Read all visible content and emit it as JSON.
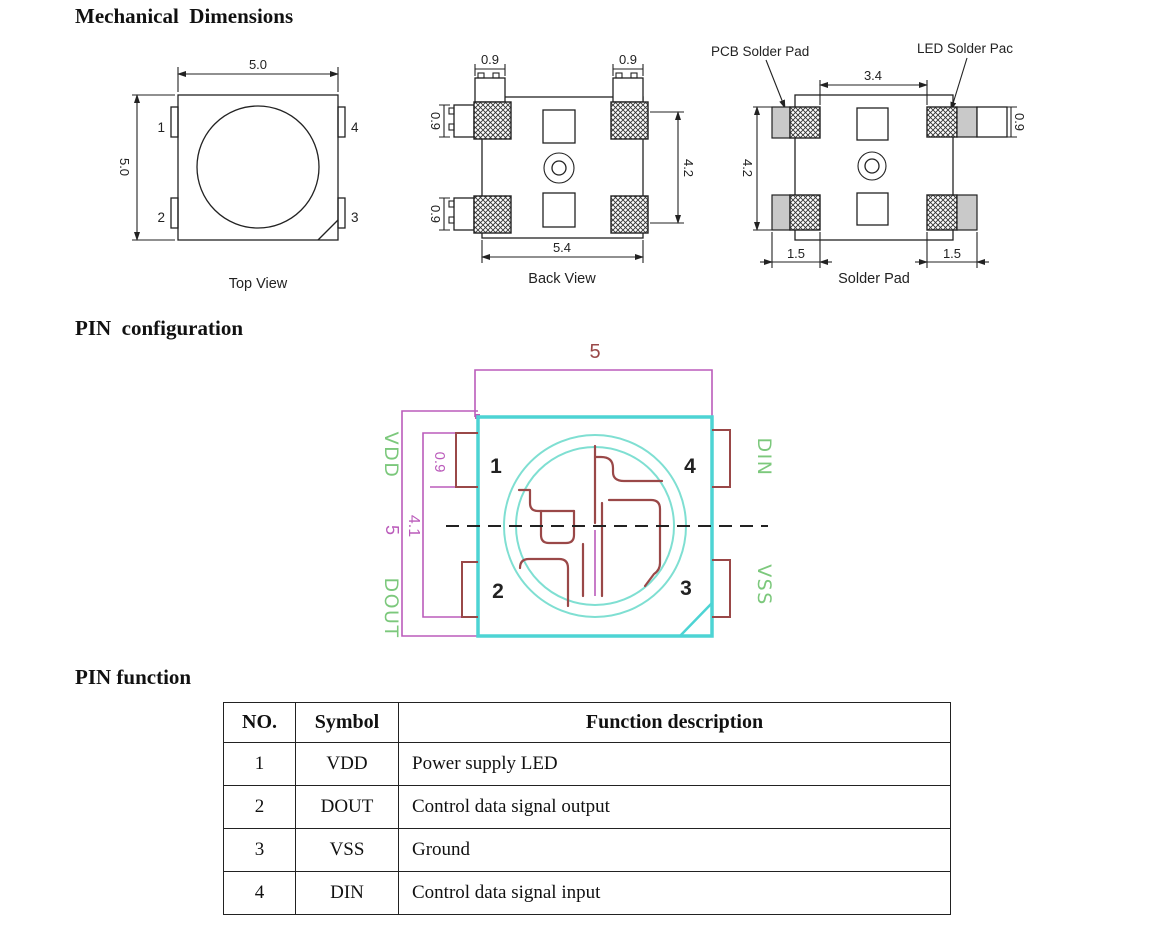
{
  "headings": {
    "mechanical": "Mechanical  Dimensions",
    "pin_config": "PIN  configuration",
    "pin_function": "PIN function"
  },
  "top_view": {
    "caption": "Top View",
    "dim_top": "5.0",
    "dim_left": "5.0",
    "pin1": "1",
    "pin2": "2",
    "pin3": "3",
    "pin4": "4"
  },
  "back_view": {
    "caption": "Back View",
    "dim_bottom": "5.4",
    "dim_right": "4.2",
    "dim_tab_tl": "0.9",
    "dim_tab_tr": "0.9",
    "dim_tab_l1": "0.9",
    "dim_tab_l2": "0.9"
  },
  "solder_pad": {
    "caption": "Solder Pad",
    "callout_pcb": "PCB Solder Pad",
    "callout_led": "LED Solder Pac",
    "dim_top": "3.4",
    "dim_left": "4.2",
    "dim_bottom_left": "1.5",
    "dim_bottom_right": "1.5",
    "dim_right": "0.9"
  },
  "pin_diagram": {
    "dim_top": "5",
    "dim_left": "5",
    "dim_pads": "4.1",
    "dim_pin": "0.9",
    "label_vdd": "VDD",
    "label_dout": "DOUT",
    "label_din": "DIN",
    "label_vss": "VSS",
    "pin1": "1",
    "pin2": "2",
    "pin3": "3",
    "pin4": "4"
  },
  "pin_table": {
    "headers": [
      "NO.",
      "Symbol",
      "Function description"
    ],
    "rows": [
      [
        "1",
        "VDD",
        "Power supply LED"
      ],
      [
        "2",
        "DOUT",
        "Control data signal output"
      ],
      [
        "3",
        "VSS",
        "Ground"
      ],
      [
        "4",
        "DIN",
        "Control data signal input"
      ]
    ]
  },
  "colors": {
    "cyan": "#4dd4d4",
    "cyan_light": "#7fdfd2",
    "magenta": "#bb5cbb",
    "green": "#7cc87c",
    "dark_red": "#9a4848",
    "gray_pad": "#c9c9c9"
  }
}
